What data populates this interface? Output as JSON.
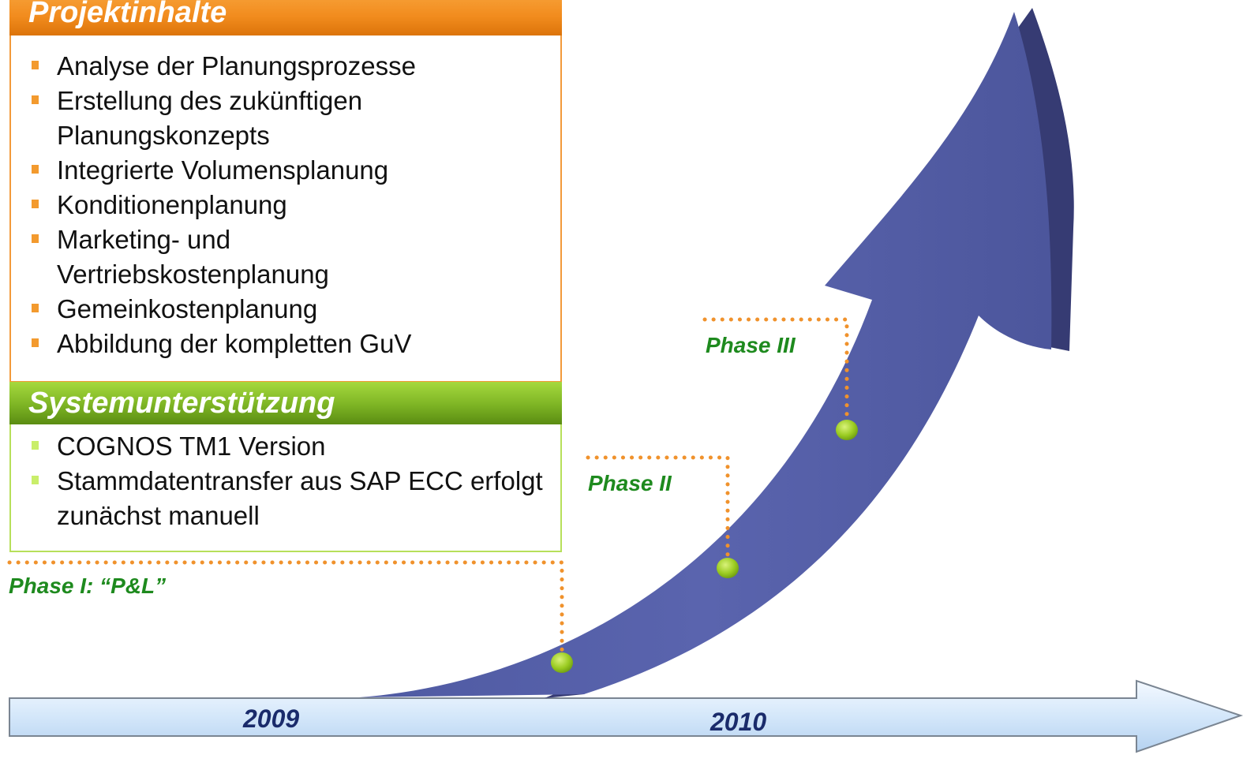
{
  "projektinhalte": {
    "title": "Projektinhalte",
    "items": [
      "Analyse der Planungsprozesse",
      "Erstellung des zukünftigen Planungskonzepts",
      "Integrierte Volumensplanung",
      "Konditionenplanung",
      "Marketing- und Vertriebskostenplanung",
      "Gemeinkostenplanung",
      "Abbildung der kompletten GuV"
    ]
  },
  "systemunterstuetzung": {
    "title": "Systemunterstützung",
    "items": [
      "COGNOS TM1 Version",
      "Stammdatentransfer aus SAP ECC erfolgt zunächst manuell"
    ]
  },
  "phases": {
    "phase1": "Phase I: “P&L”",
    "phase2": "Phase II",
    "phase3": "Phase III"
  },
  "timeline": {
    "year1": "2009",
    "year2": "2010"
  },
  "colors": {
    "orange": "#f28c1e",
    "green_header": "#7db424",
    "arrow_blue": "#5660a8",
    "arrow_shadow": "#3a3f78",
    "phase_text": "#1e8a1e",
    "year_text": "#1a2b6b",
    "timeline_fill": "#cfe3f7",
    "marker": "#8fc41e"
  }
}
